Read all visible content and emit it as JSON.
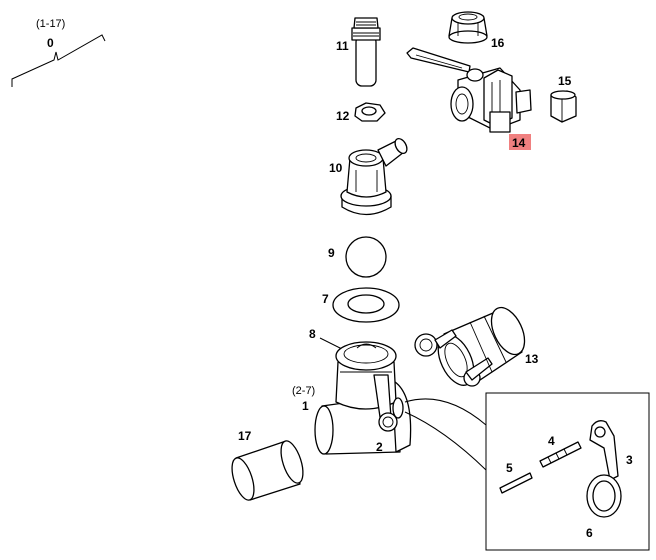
{
  "assembly": {
    "range": "(1-17)",
    "number": "0"
  },
  "sub_assembly_ref": "(2-7)",
  "highlight_color": "#f08080",
  "highlighted_part": "14",
  "parts": {
    "p1": "1",
    "p2": "2",
    "p3": "3",
    "p4": "4",
    "p5": "5",
    "p6": "6",
    "p7": "7",
    "p8": "8",
    "p9": "9",
    "p10": "10",
    "p11": "11",
    "p12": "12",
    "p13": "13",
    "p14": "14",
    "p15": "15",
    "p16": "16",
    "p17": "17"
  }
}
